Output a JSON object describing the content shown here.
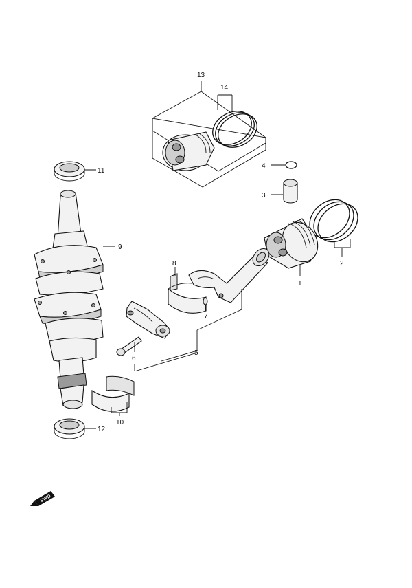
{
  "callouts": {
    "c1": "1",
    "c2": "2",
    "c3": "3",
    "c4": "4",
    "c5": "5",
    "c6": "6",
    "c7": "7",
    "c8": "8",
    "c9": "9",
    "c10": "10",
    "c11": "11",
    "c12": "12",
    "c13": "13",
    "c14": "14"
  },
  "fwd_badge": "FWD",
  "icons": {
    "forward": "fwd-arrow-icon"
  }
}
